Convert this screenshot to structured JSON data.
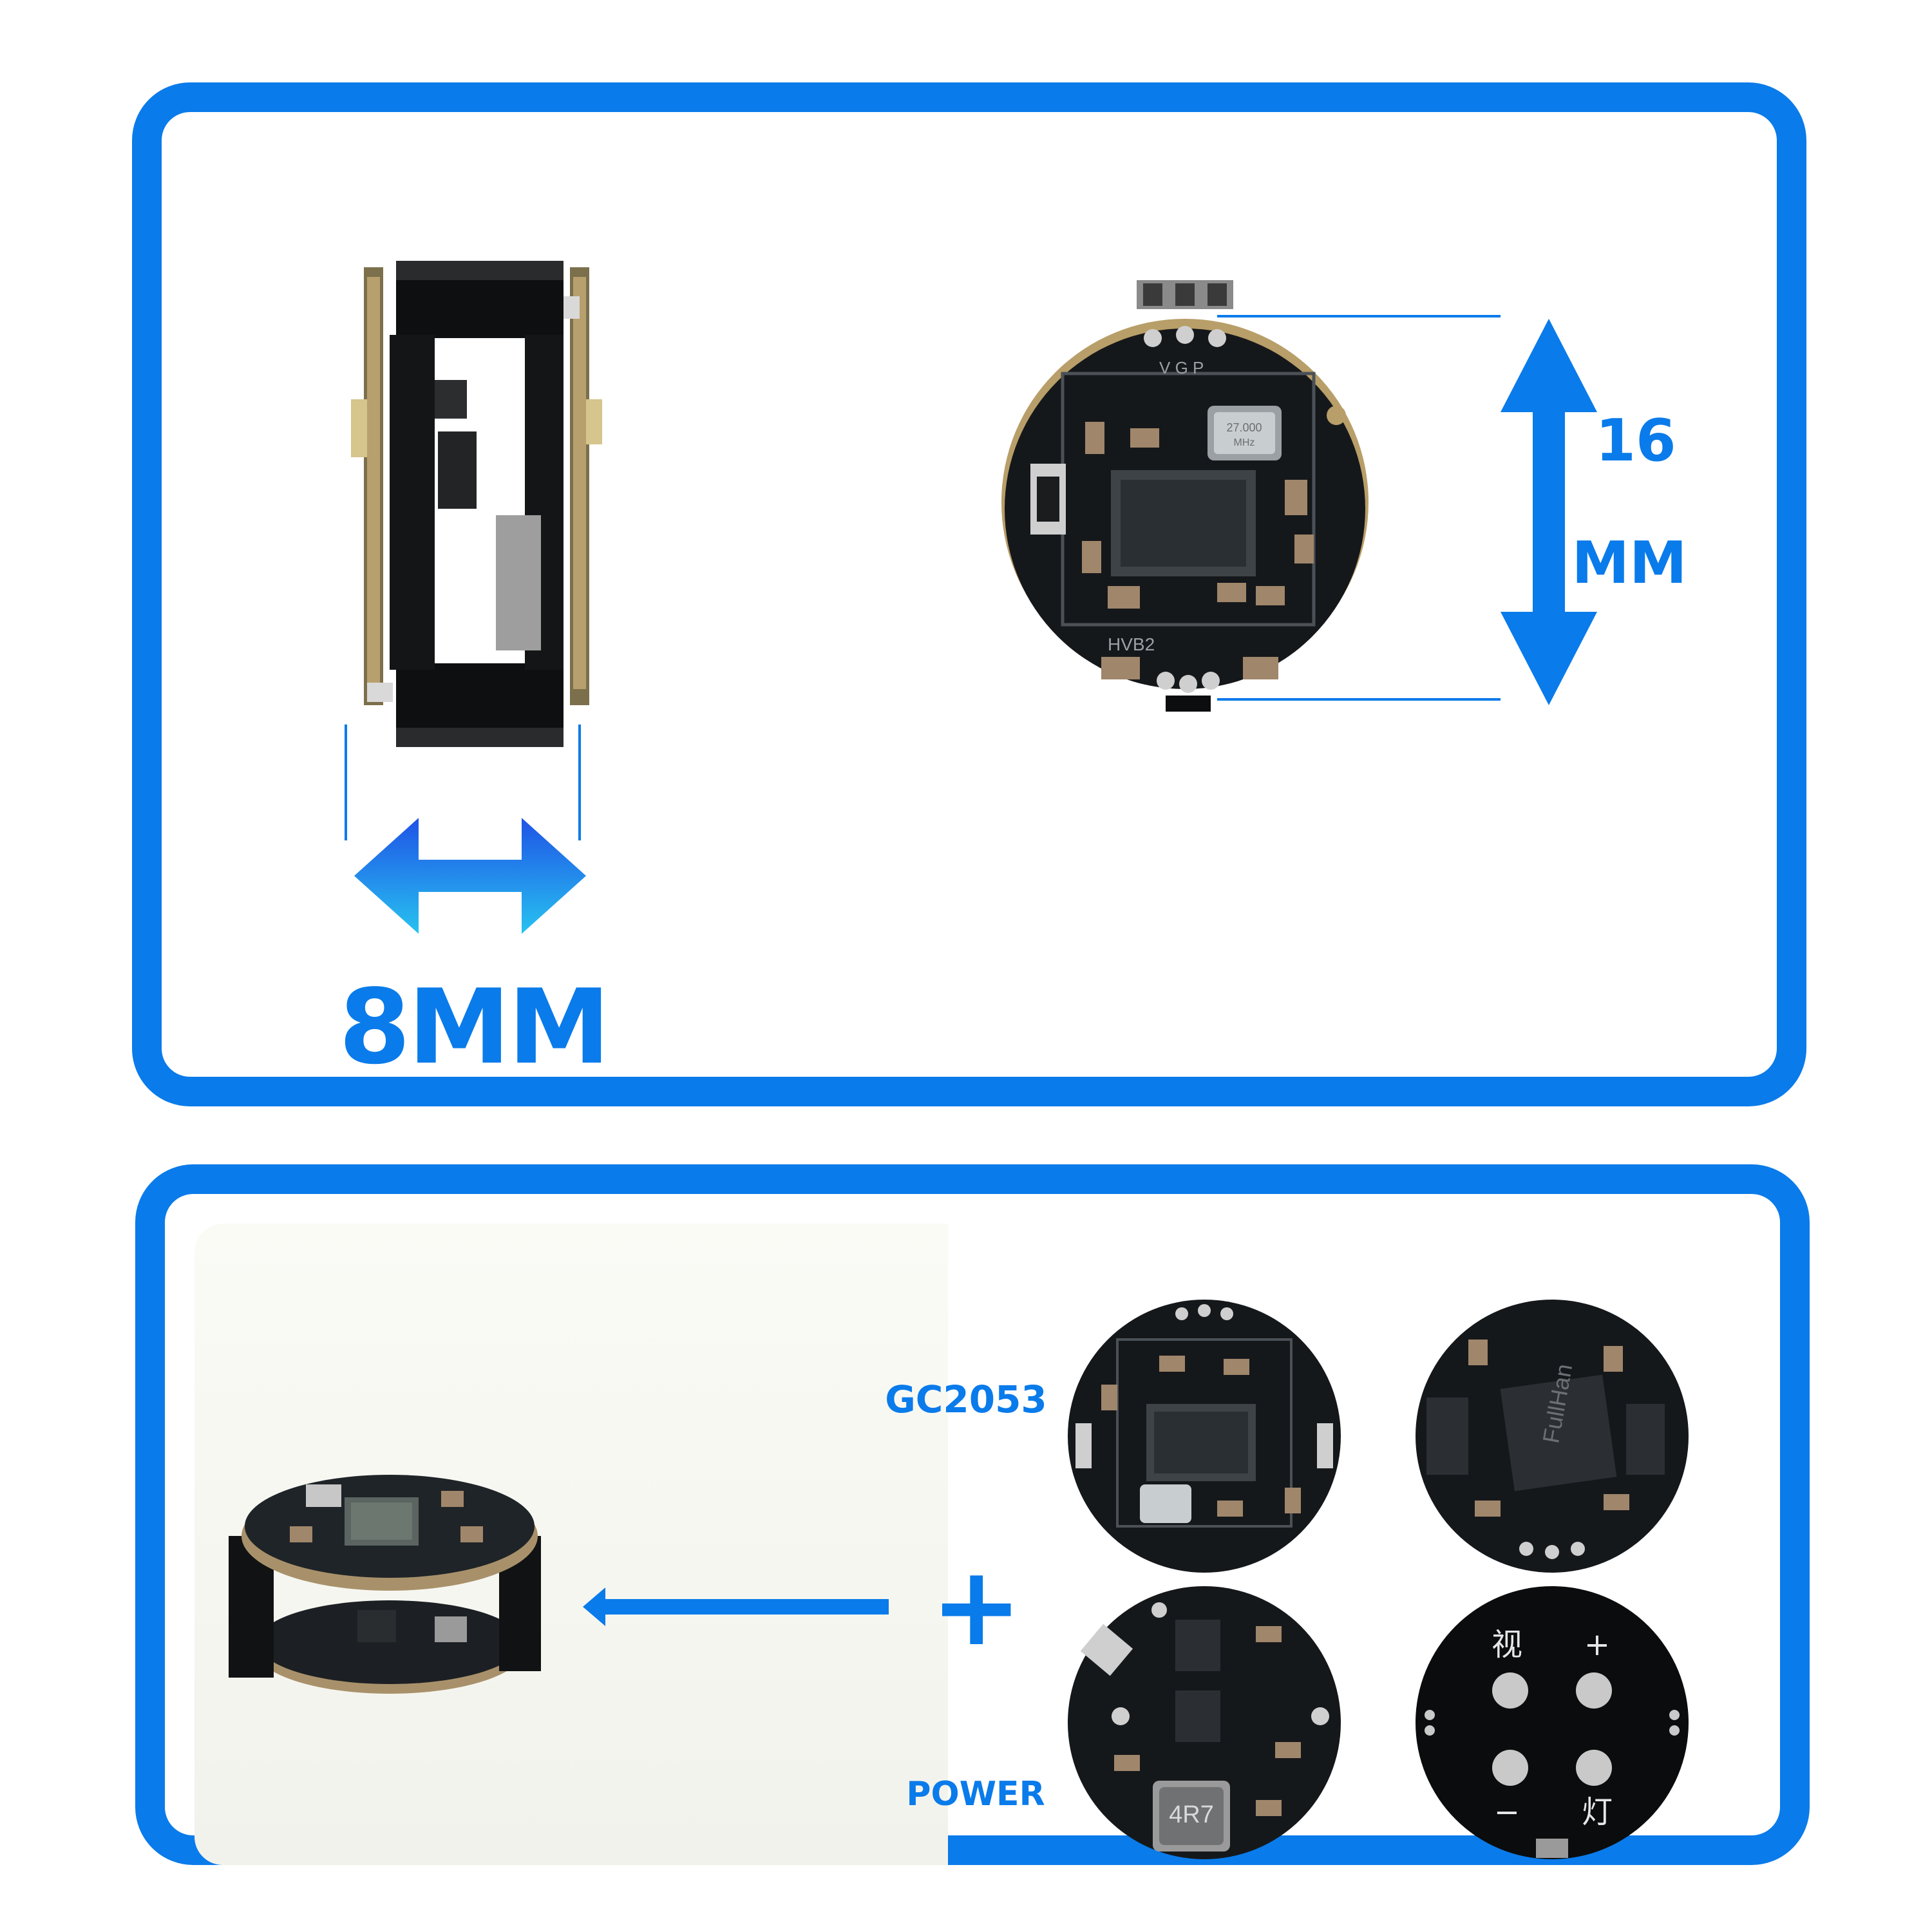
{
  "top": {
    "width_label": "8MM",
    "height_label_line1": "16",
    "height_label_line2": "MM",
    "board_top_text": "V G P",
    "crystal_text_line1": "27.000",
    "crystal_text_line2": "MHz",
    "board_code": "HVB2"
  },
  "bottom": {
    "sensor_label": "GC2053",
    "power_label": "POWER",
    "plus_sign": "+",
    "chip_text": "FullHan",
    "inductor_text": "4R7",
    "pad_labels": [
      "视",
      "+",
      "−",
      "灯"
    ]
  },
  "colors": {
    "accent": "#0a7bea",
    "pcb": "#16191c",
    "pad": "#c9c9c9"
  }
}
